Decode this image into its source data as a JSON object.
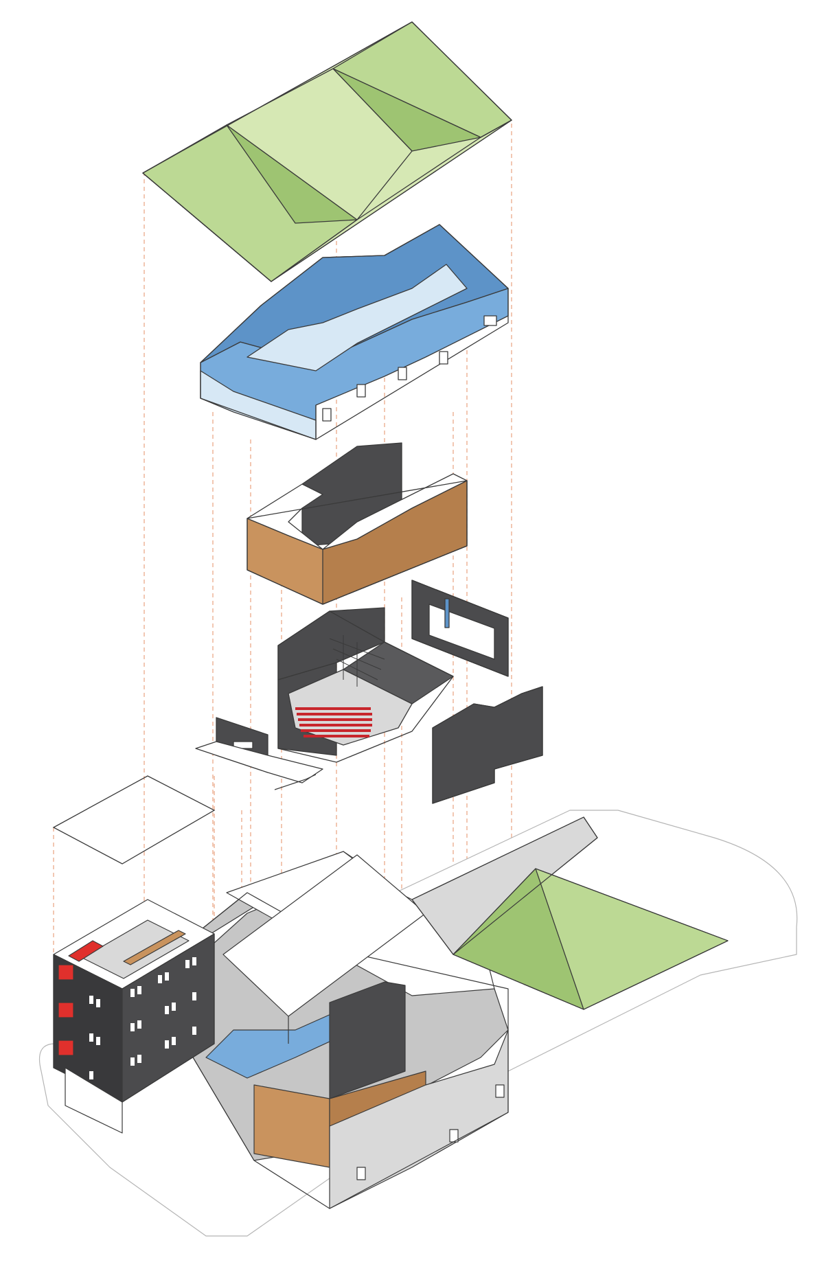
{
  "diagram": {
    "kind": "exploded-axonometric",
    "labels": [],
    "colors": {
      "roof_green_light": "#d6e8b4",
      "roof_green_mid": "#bcd994",
      "roof_green_dark": "#9ec472",
      "glass_blue": "#78acdc",
      "glass_blue_dark": "#5d93c8",
      "glass_tint": "#d7e8f5",
      "timber": "#c9935e",
      "timber_dark": "#b57f4c",
      "dark_wall": "#4b4b4d",
      "dark_wall_deep": "#39393b",
      "seat_red": "#c8262c",
      "accent_red": "#e0302c",
      "stage_floor": "#5a5a5c",
      "guide_line": "#e9a27f",
      "outline": "#3a3a3a",
      "light_gray": "#d9d9d9",
      "wall_gray": "#c6c6c6"
    },
    "layers": [
      "roof",
      "glass-envelope",
      "timber-volume",
      "auditorium",
      "side-panels",
      "site-plan"
    ]
  }
}
